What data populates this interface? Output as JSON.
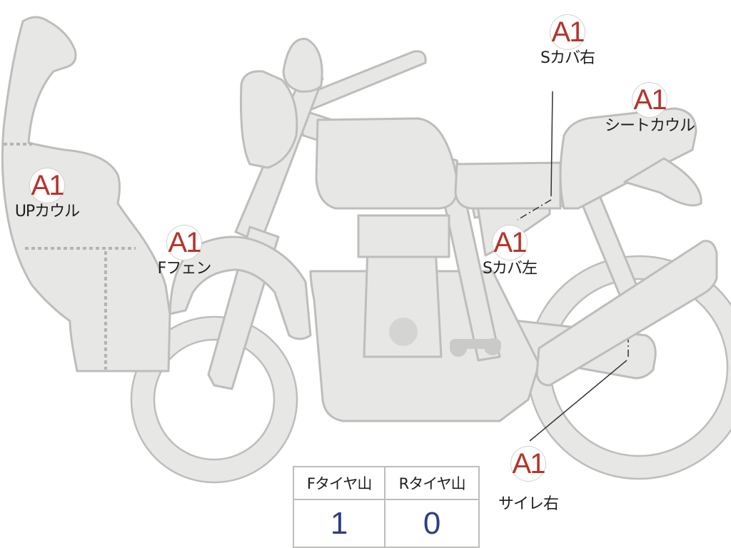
{
  "parts": [
    {
      "id": "up-cowl",
      "code": "A1",
      "label": "UPカウル"
    },
    {
      "id": "front-fender",
      "code": "A1",
      "label": "Fフェン"
    },
    {
      "id": "side-cover-left",
      "code": "A1",
      "label": "Sカバ左"
    },
    {
      "id": "side-cover-right",
      "code": "A1",
      "label": "Sカバ右"
    },
    {
      "id": "seat-cowl",
      "code": "A1",
      "label": "シートカウル"
    },
    {
      "id": "silencer-right",
      "code": "A1",
      "label": "サイレ右"
    }
  ],
  "tire_tread": {
    "headers": [
      "Fタイヤ山",
      "Rタイヤ山"
    ],
    "values": [
      "1",
      "0"
    ]
  },
  "colors": {
    "code_red": "#b5342b",
    "value_blue": "#2b3f86",
    "part_fill": "#e7e7e5",
    "part_stroke": "#bdbdbb"
  }
}
